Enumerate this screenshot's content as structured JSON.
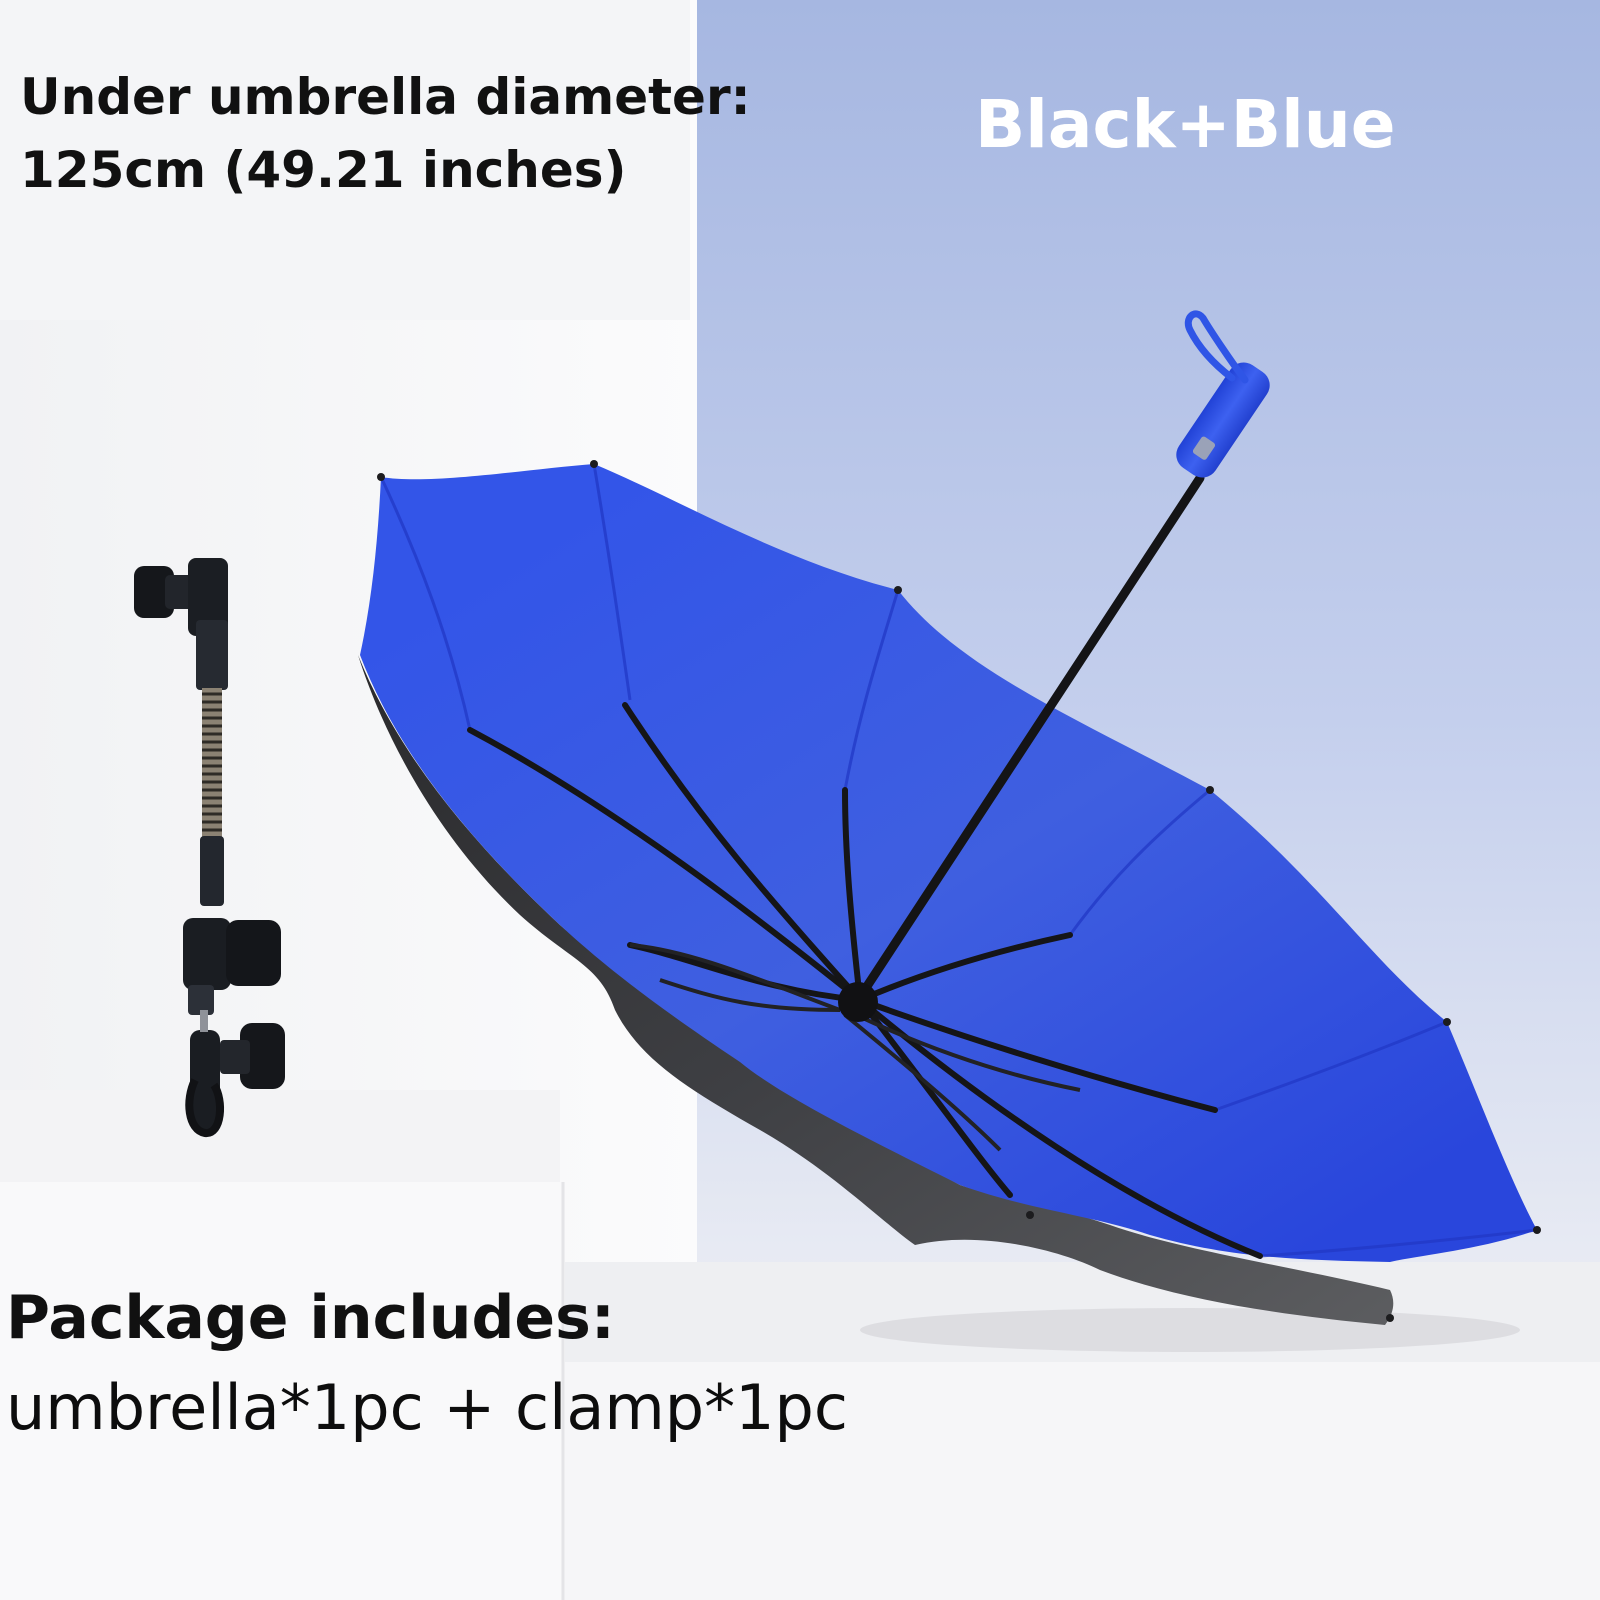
{
  "diameter": {
    "label": "Under umbrella diameter:",
    "value": "125cm (49.21 inches)"
  },
  "color_option": {
    "label": "Black+Blue",
    "canopy_color": "#2f50e3",
    "outer_color": "#2b2b2b"
  },
  "package": {
    "title": "Package includes:",
    "contents": "umbrella*1pc + clamp*1pc"
  },
  "products": {
    "umbrella": "umbrella",
    "clamp": "clamp"
  }
}
